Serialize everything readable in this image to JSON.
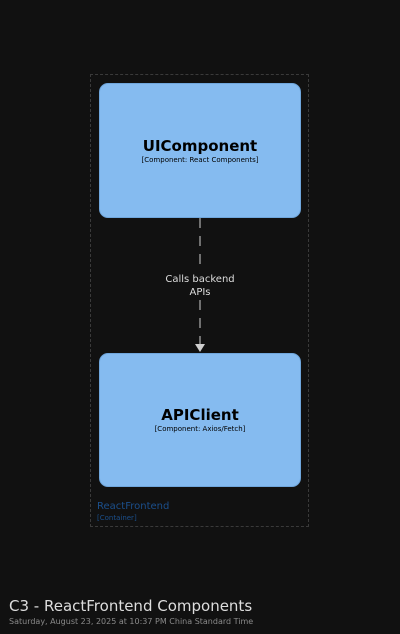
{
  "boundary": {
    "name": "ReactFrontend",
    "type": "[Container]"
  },
  "components": [
    {
      "name": "UIComponent",
      "type": "[Component: React Components]"
    },
    {
      "name": "APIClient",
      "type": "[Component: Axios/Fetch]"
    }
  ],
  "relationship": {
    "label_line1": "Calls backend",
    "label_line2": "APIs"
  },
  "footer": {
    "title": "C3 - ReactFrontend Components",
    "timestamp": "Saturday, August 23, 2025 at 10:37 PM China Standard Time"
  },
  "colors": {
    "background": "#111111",
    "component_fill": "#85bbf0",
    "boundary_label": "#1b4f8c",
    "text_light": "#dddddd"
  }
}
